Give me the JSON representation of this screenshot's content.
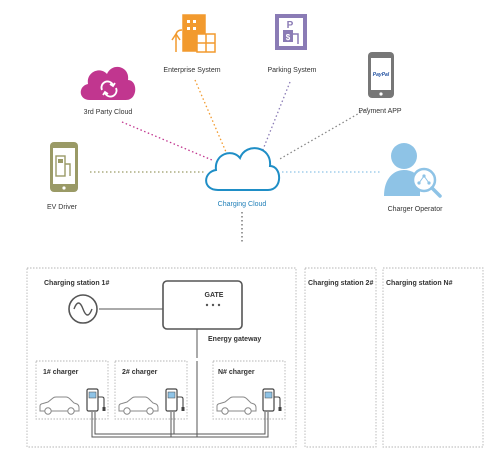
{
  "nodes": {
    "enterprise": "Enterprise System",
    "parking": "Parking System",
    "third_party": "3rd Party Cloud",
    "payment": "Payment APP",
    "ev_driver": "EV Driver",
    "cloud": "Charging Cloud",
    "operator": "Charger Operator"
  },
  "stations": {
    "station1": "Charging station 1#",
    "station2": "Charging station 2#",
    "stationN": "Charging station N#"
  },
  "gateway": {
    "box_label": "GATE",
    "label": "Energy gateway"
  },
  "chargers": {
    "c1": "1# charger",
    "c2": "2# charger",
    "cN": "N# charger"
  },
  "icon_text": {
    "parking_sign": "P",
    "dollar": "$",
    "paypal": "PayPal"
  },
  "colors": {
    "cloud_blue": "#1f8ec6",
    "third_party_pink": "#c1368f",
    "enterprise_orange": "#f29a2e",
    "parking_purple": "#8a7bb5",
    "operator_light_blue": "#8ec3e6",
    "ev_olive": "#9a9a66",
    "box_gray": "#555555",
    "dash_gray": "#b5b5b5"
  }
}
